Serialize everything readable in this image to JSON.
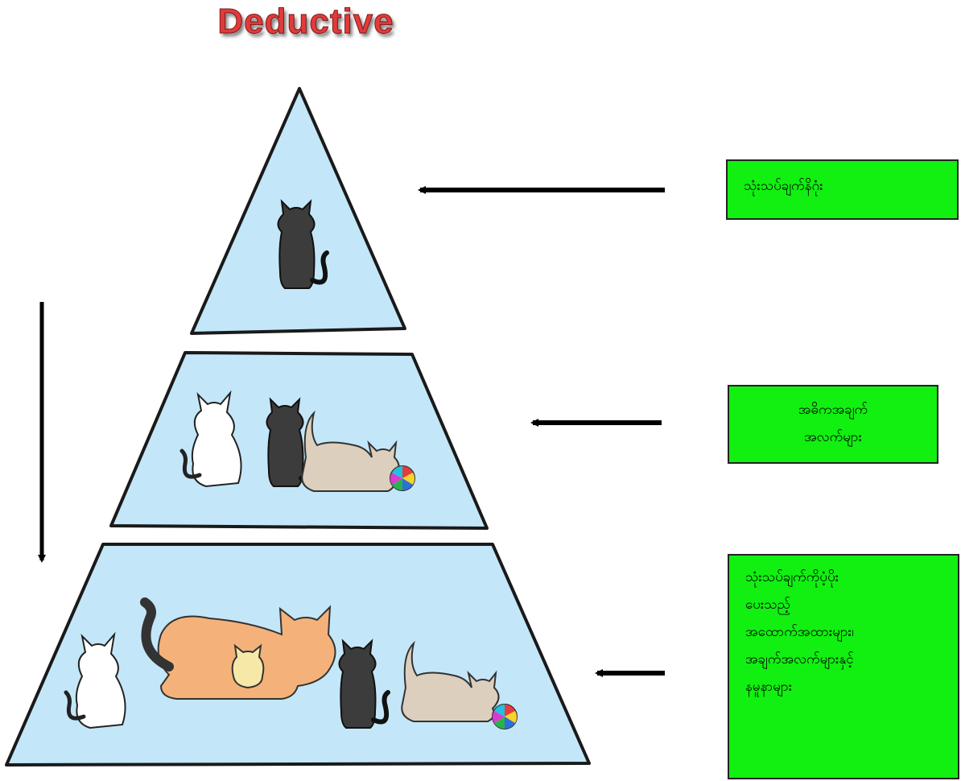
{
  "title": "Deductive",
  "tiers": [
    {
      "level": "top",
      "cats": [
        "black-sitting-cat"
      ],
      "balls": 0
    },
    {
      "level": "middle",
      "cats": [
        "white-cat",
        "black-sitting-cat",
        "beige-tabby-cat"
      ],
      "balls": 1
    },
    {
      "level": "bottom",
      "cats": [
        "white-cat",
        "orange-tabby-cat",
        "yellow-kitten",
        "black-sitting-cat",
        "beige-tabby-cat"
      ],
      "balls": 1
    }
  ],
  "labels": [
    {
      "id": "general-theory",
      "lines": [
        "သုံးသပ်ချက်နိဂုံး"
      ]
    },
    {
      "id": "main-facts",
      "lines": [
        "အဓိကအချက်",
        "အလက်များ"
      ]
    },
    {
      "id": "supporting-evidence",
      "lines": [
        "သုံးသပ်ချက်ကိုပံ့ပိုး",
        "ပေးသည့်",
        "အထောက်အထားများ၊",
        "အချက်အလက်များနှင့်",
        "နမူနာများ"
      ]
    }
  ],
  "colors": {
    "pyramid_fill": "#c3e7f9",
    "label_box": "#11f011",
    "title": "#e23a3a",
    "arrow": "#000000"
  }
}
